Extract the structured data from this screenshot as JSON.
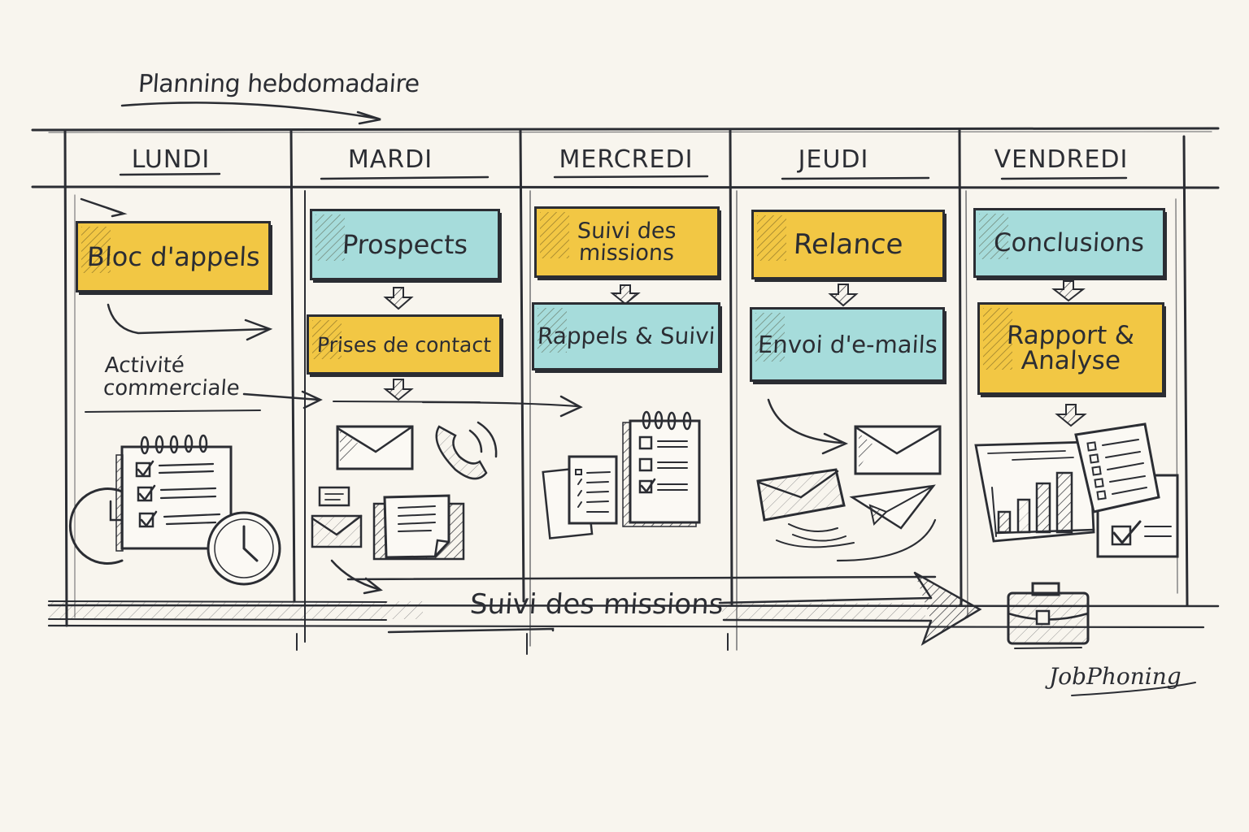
{
  "title": "Planning hebdomadaire",
  "colors": {
    "background": "#F8F5EE",
    "ink": "#2B2D33",
    "yellow": "#F2C744",
    "teal": "#A6DCDB"
  },
  "days": [
    {
      "label": "LUNDI",
      "tasks": [
        {
          "label": "Bloc d'appels",
          "color": "yellow"
        }
      ],
      "side_label": "Activité commerciale",
      "side_label_lines": [
        "Activité",
        "commerciale"
      ],
      "icons": [
        "checklist-notepad-icon",
        "clock-icon",
        "clock-icon"
      ]
    },
    {
      "label": "MARDI",
      "tasks": [
        {
          "label": "Prospects",
          "color": "teal"
        },
        {
          "label": "Prises de contact",
          "color": "yellow"
        }
      ],
      "icons": [
        "envelope-icon",
        "phone-icon",
        "message-card-icon",
        "envelope-icon",
        "document-icon"
      ]
    },
    {
      "label": "MERCREDI",
      "tasks": [
        {
          "label": "Suivi des missions",
          "color": "yellow",
          "lines": [
            "Suivi des",
            "missions"
          ]
        },
        {
          "label": "Rappels & Suivi",
          "color": "teal"
        }
      ],
      "icons": [
        "checklist-paper-icon",
        "checklist-notepad-icon"
      ]
    },
    {
      "label": "JEUDI",
      "tasks": [
        {
          "label": "Relance",
          "color": "yellow"
        },
        {
          "label": "Envoi d'e-mails",
          "color": "teal"
        }
      ],
      "icons": [
        "envelope-icon",
        "envelope-icon",
        "paper-plane-icon"
      ]
    },
    {
      "label": "VENDREDI",
      "tasks": [
        {
          "label": "Conclusions",
          "color": "teal"
        },
        {
          "label": "Rapport & Analyse",
          "color": "yellow",
          "lines": [
            "Rapport &",
            "Analyse"
          ]
        }
      ],
      "icons": [
        "bar-chart-icon",
        "checklist-paper-icon",
        "checkbox-card-icon"
      ]
    }
  ],
  "bottom_arrow": {
    "label": "Suivi des missions",
    "end_icon": "briefcase-icon"
  },
  "brand": "JobPhoning"
}
